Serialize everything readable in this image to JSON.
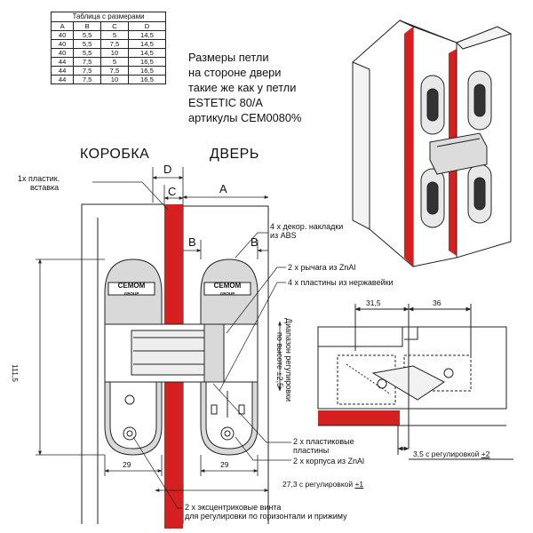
{
  "table": {
    "title": "Таблица с размерами",
    "headers": [
      "A",
      "B",
      "C",
      "D"
    ],
    "rows": [
      [
        "40",
        "5,5",
        "5",
        "14,5"
      ],
      [
        "40",
        "5,5",
        "7,5",
        "14,5"
      ],
      [
        "40",
        "5,5",
        "10",
        "14,5"
      ],
      [
        "44",
        "7,5",
        "5",
        "16,5"
      ],
      [
        "44",
        "7,5",
        "7,5",
        "16,5"
      ],
      [
        "44",
        "7,5",
        "10",
        "16,5"
      ]
    ]
  },
  "note_lines": [
    "Размеры петли",
    "на стороне двери",
    "такие же как у петли",
    "ESTETIC 80/A",
    "артикулы CEM0080%"
  ],
  "labels": {
    "frame": "КОРОБКА",
    "door": "ДВЕРЬ",
    "dim_a": "A",
    "dim_b": "B",
    "dim_c": "C",
    "dim_d": "D",
    "brand": "CEMOM",
    "brand_sub": "GROUP"
  },
  "callouts": {
    "insert": [
      "1x пластик.",
      "вставка"
    ],
    "covers": [
      "4 x декор. накладки",
      "из ABS"
    ],
    "levers": "2 x рычага из ZnAl",
    "plates_steel": "4 x пластины из нержавейки",
    "plates_plastic": [
      "2 x пластиковые",
      "пластины"
    ],
    "bodies": "2 x корпуса из ZnAl",
    "screws": [
      "2 x эксцентриковые винта",
      "для регулировки по горизонтали и прижиму"
    ],
    "vertical_adj": [
      "Диапазон регулировки",
      "по высоте ±2,5"
    ]
  },
  "dimensions": {
    "height": "111,5",
    "width_left": "29",
    "width_right": "29",
    "adj_27": "27,3 с регулировкой ",
    "adj_27_val": "+1",
    "adj_35": "3,5 с регулировкой ",
    "adj_35_val": "+2",
    "dim_315": "31,5",
    "dim_36": "36"
  },
  "colors": {
    "accent_red": "#d62020",
    "line": "#222222",
    "body_gray": "#d9d9d9"
  }
}
